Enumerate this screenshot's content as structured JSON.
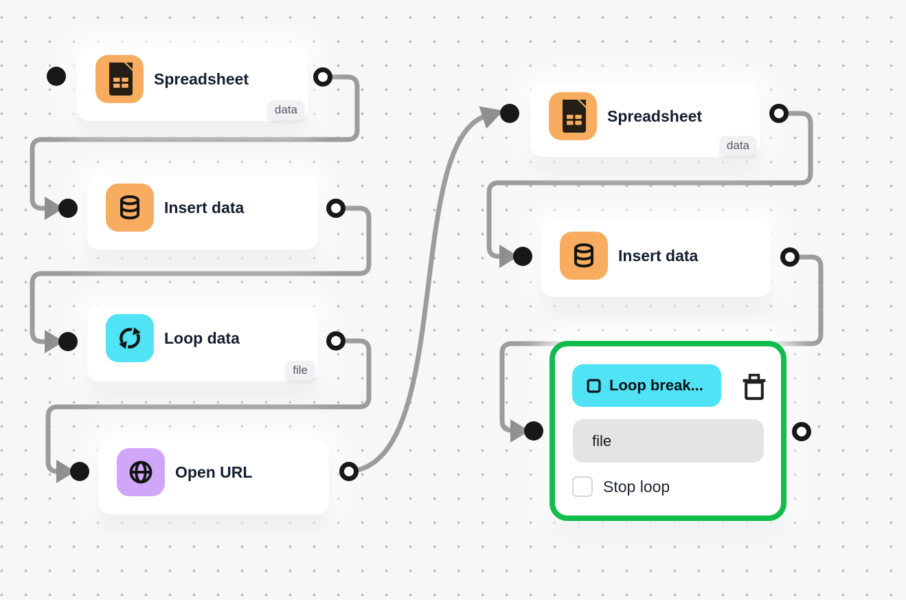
{
  "colors": {
    "icon_orange": "#f7ac60",
    "icon_cyan": "#4fe3f5",
    "icon_purple": "#d0a7f8",
    "selection_green": "#12bd4d",
    "edge_gray": "#9c9c9c",
    "node_background": "#ffffff",
    "canvas_background": "#f7f7f8",
    "port_black": "#181818"
  },
  "nodes": [
    {
      "id": "spreadsheet-1",
      "title": "Spreadsheet",
      "badge": "data",
      "icon": "spreadsheet-file-icon"
    },
    {
      "id": "insert-data-1",
      "title": "Insert data",
      "icon": "database-icon"
    },
    {
      "id": "loop-data-1",
      "title": "Loop data",
      "badge": "file",
      "icon": "loop-arrows-icon"
    },
    {
      "id": "open-url-1",
      "title": "Open URL",
      "icon": "globe-icon"
    },
    {
      "id": "spreadsheet-2",
      "title": "Spreadsheet",
      "badge": "data",
      "icon": "spreadsheet-file-icon"
    },
    {
      "id": "insert-data-2",
      "title": "Insert data",
      "icon": "database-icon"
    }
  ],
  "selected_node": {
    "id": "loop-break-selected",
    "title": "Loop break...",
    "field_value": "file",
    "checkbox_label": "Stop loop",
    "checkbox_checked": false,
    "icon": "stop-square-icon"
  },
  "edges": [
    {
      "from": "spreadsheet-1",
      "to": "insert-data-1"
    },
    {
      "from": "insert-data-1",
      "to": "loop-data-1"
    },
    {
      "from": "loop-data-1",
      "to": "open-url-1"
    },
    {
      "from": "open-url-1",
      "to": "spreadsheet-2"
    },
    {
      "from": "spreadsheet-2",
      "to": "insert-data-2"
    },
    {
      "from": "insert-data-2",
      "to": "loop-break-selected"
    }
  ]
}
